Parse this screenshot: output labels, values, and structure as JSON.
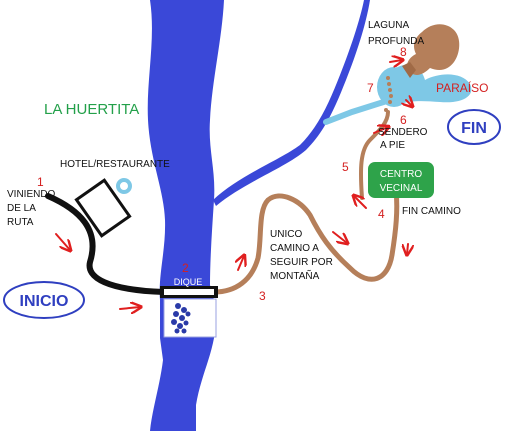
{
  "labels": {
    "la_huertita": "LA HUERTITA",
    "hotel": "HOTEL/RESTAURANTE",
    "viniendo": [
      "VINIENDO",
      "DE LA",
      "RUTA"
    ],
    "inicio": "INICIO",
    "fin": "FIN",
    "dique": "DIQUE",
    "unico": [
      "UNICO",
      "CAMINO A",
      "SEGUIR POR",
      "MONTAÑA"
    ],
    "centro_vecinal": [
      "CENTRO",
      "VECINAL"
    ],
    "fin_camino": "FIN CAMINO",
    "sendero": [
      "SENDERO",
      "A PIE"
    ],
    "laguna": [
      "LAGUNA",
      "PROFUNDA"
    ],
    "paraiso": "PARAÍSO"
  },
  "steps": [
    "1",
    "2",
    "3",
    "4",
    "5",
    "6",
    "7",
    "8"
  ],
  "colors": {
    "river": "#3a48d8",
    "trail": "#b57f5a",
    "road": "#111111",
    "lagoon": "#7ec8e6",
    "centro_vecinal": "#2ea34a",
    "arrows": "#e01f1f",
    "inicio_fin": "#2f3fc0",
    "la_huertita": "#23a04a"
  },
  "icons": [
    "red-arrow-icon",
    "tree-cluster-icon",
    "hotel-building-icon",
    "pool-icon",
    "rock-formation-icon"
  ]
}
